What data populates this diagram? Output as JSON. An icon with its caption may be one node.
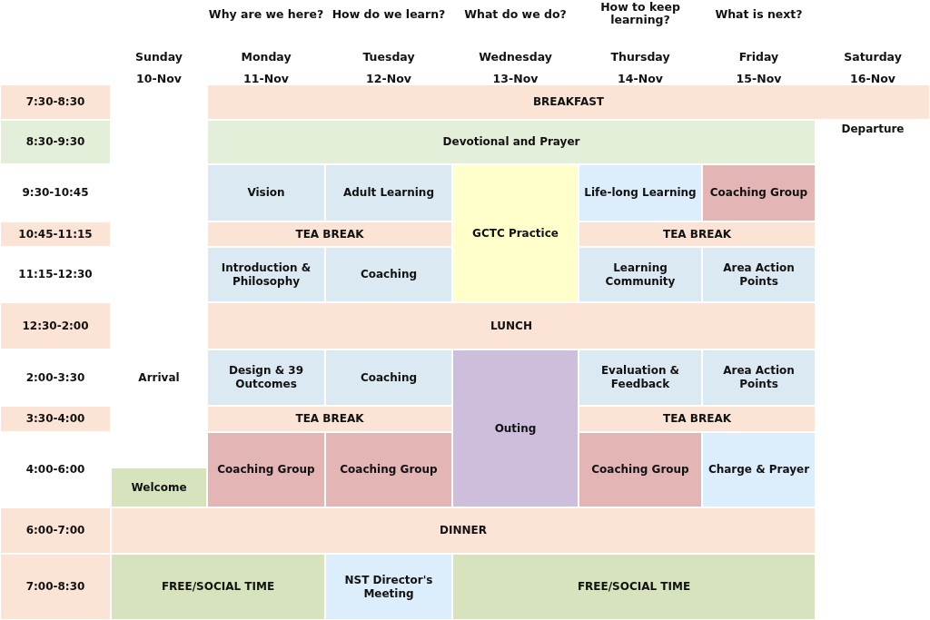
{
  "diagram": {
    "nodes": [
      {
        "text": [
          "7:30-8:30"
        ]
      },
      {
        "text": [
          "BREAKFAST"
        ]
      },
      {
        "text": [
          "8:30-9:30"
        ]
      },
      {
        "text": [
          "Devotional and Prayer"
        ]
      },
      {
        "text": [
          "Departure"
        ]
      },
      {
        "text": [
          "9:30-10:45"
        ]
      },
      {
        "text": [
          "Vision"
        ]
      },
      {
        "text": [
          "Adult Learning"
        ]
      },
      {
        "text": [
          "GCTC Practice"
        ]
      },
      {
        "text": [
          "Life-long Learning"
        ]
      },
      {
        "text": [
          "Coaching Group"
        ]
      },
      {
        "text": [
          "10:45-11:15"
        ]
      },
      {
        "text": [
          "TEA BREAK"
        ]
      },
      {
        "text": [
          "TEA BREAK"
        ]
      },
      {
        "text": [
          "11:15-12:30"
        ]
      },
      {
        "text": [
          "Introduction & Philosophy"
        ]
      },
      {
        "text": [
          "Coaching"
        ]
      },
      {
        "text": [
          "Learning Community"
        ]
      },
      {
        "text": [
          "Area Action Points"
        ]
      },
      {
        "text": [
          "12:30-2:00"
        ]
      },
      {
        "text": [
          "LUNCH"
        ]
      },
      {
        "text": [
          "2:00-3:30"
        ]
      },
      {
        "text": [
          "Arrival"
        ]
      },
      {
        "text": [
          "Design & 39 Outcomes"
        ]
      },
      {
        "text": [
          "Coaching"
        ]
      },
      {
        "text": [
          "Outing"
        ]
      },
      {
        "text": [
          "Evaluation & Feedback"
        ]
      },
      {
        "text": [
          "Area Action Points"
        ]
      },
      {
        "text": [
          "3:30-4:00"
        ]
      },
      {
        "text": [
          "TEA BREAK"
        ]
      },
      {
        "text": [
          "TEA BREAK"
        ]
      },
      {
        "text": [
          "4:00-6:00"
        ]
      },
      {
        "text": [
          "Coaching Group"
        ]
      },
      {
        "text": [
          "Coaching Group"
        ]
      },
      {
        "text": [
          "Coaching Group"
        ]
      },
      {
        "text": [
          "Charge & Prayer"
        ]
      },
      {
        "text": [
          "Welcome"
        ]
      },
      {
        "text": [
          "6:00-7:00"
        ]
      },
      {
        "text": [
          "DINNER"
        ]
      },
      {
        "text": [
          "7:00-8:30"
        ]
      },
      {
        "text": [
          "FREE/SOCIAL TIME"
        ]
      },
      {
        "text": [
          "NST Director's Meeting"
        ]
      },
      {
        "text": [
          "FREE/SOCIAL TIME"
        ]
      }
    ],
    "labels": [
      "Why are we here?",
      "How do we learn?",
      "What do we do?",
      "How to keep learning?",
      "What is next?",
      "Sunday",
      "Monday",
      "Tuesday",
      "Wednesday",
      "Thursday",
      "Friday",
      "Saturday",
      "10-Nov",
      "11-Nov",
      "12-Nov",
      "13-Nov",
      "14-Nov",
      "15-Nov",
      "16-Nov"
    ]
  }
}
